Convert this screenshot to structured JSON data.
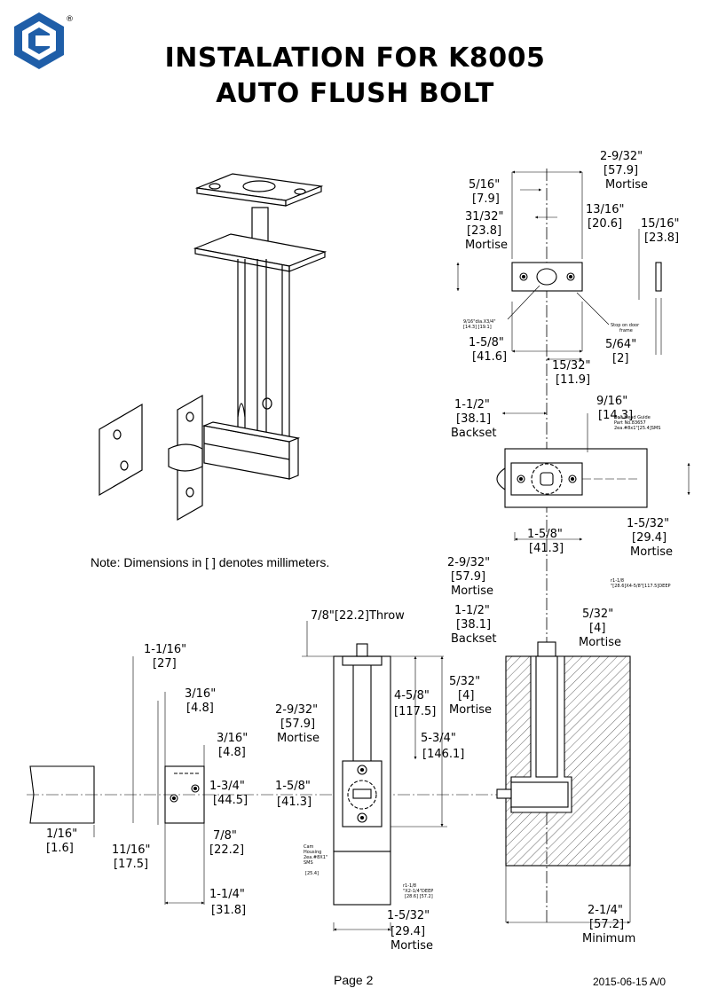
{
  "title_line1": "INSTALATION FOR K8005",
  "title_line2": "AUTO FLUSH BOLT",
  "note": "Note: Dimensions in [ ] denotes millimeters.",
  "page": "Page 2",
  "revision": "2015-06-15 A/0",
  "registered": "®",
  "labels": {
    "d_2_9_32_top": "2-9/32\"",
    "d_57_9_top": "[57.9]",
    "mortise": "Mortise",
    "d_5_16": "5/16\"",
    "d_7_9": "[7.9]",
    "d_13_16": "13/16\"",
    "d_20_6": "[20.6]",
    "d_31_32": "31/32\"",
    "d_23_8a": "[23.8]",
    "d_15_16": "15/16\"",
    "d_23_8b": "[23.8]",
    "small_hole": "9/16\"dia.X3/4\"",
    "small_hole_mm": "[14.3]    [19.1]",
    "stop_door": "Stop on door",
    "stop_frame": "frame",
    "d_1_5_8a": "1-5/8\"",
    "d_41_6": "[41.6]",
    "d_5_64": "5/64\"",
    "d_2": "[2]",
    "d_15_32": "15/32\"",
    "d_11_9": "[11.9]",
    "d_1_1_2a": "1-1/2\"",
    "d_38_1a": "[38.1]",
    "backset": "Backset",
    "d_9_16": "9/16\"",
    "d_14_3": "[14.3]",
    "guide1": "Bolt Head Guide",
    "guide2": "Part No.83657",
    "guide3": "2ea.#8x1\"[25.4]SMS",
    "d_1_5_8b": "1-5/8\"",
    "d_41_3a": "[41.3]",
    "d_1_5_32a": "1-5/32\"",
    "d_29_4a": "[29.4]",
    "d_2_9_32b": "2-9/32\"",
    "d_57_9b": "[57.9]",
    "bore1": "r1-1/8",
    "bore2": "\"[28.6]X4-5/8\"[117.5]DEEP",
    "d_7_8_throw": "7/8\"[22.2]Throw",
    "d_1_1_2b": "1-1/2\"",
    "d_38_1b": "[38.1]",
    "d_5_32a": "5/32\"",
    "d_4a": "[4]",
    "d_1_1_16": "1-1/16\"",
    "d_27": "[27]",
    "d_3_16a": "3/16\"",
    "d_4_8a": "[4.8]",
    "d_3_16b": "3/16\"",
    "d_4_8b": "[4.8]",
    "d_1_3_4": "1-3/4\"",
    "d_44_5": "[44.5]",
    "d_7_8": "7/8\"",
    "d_22_2": "[22.2]",
    "d_1_16": "1/16\"",
    "d_1_6": "[1.6]",
    "d_11_16": "11/16\"",
    "d_17_5": "[17.5]",
    "d_1_1_4": "1-1/4\"",
    "d_31_8": "[31.8]",
    "d_2_9_32c": "2-9/32\"",
    "d_57_9c": "[57.9]",
    "d_4_5_8": "4-5/8\"",
    "d_117_5": "[117.5]",
    "d_5_3_4": "5-3/4\"",
    "d_146_1": "[146.1]",
    "d_1_5_8c": "1-5/8\"",
    "d_41_3b": "[41.3]",
    "d_5_32b": "5/32\"",
    "d_4b": "[4]",
    "cam1": "Cam",
    "cam2": "Housing",
    "cam3": "2ea.#8X1\"",
    "cam4": "SMS",
    "cam5": "[25.4]",
    "bore3": "r1-1/8",
    "bore4": "\"X2-1/4\"DEEP",
    "bore5": "[28.6]      [57.2]",
    "d_1_5_32b": "1-5/32\"",
    "d_29_4b": "[29.4]",
    "d_2_1_4": "2-1/4\"",
    "d_57_2": "[57.2]",
    "minimum": "Minimum"
  },
  "colors": {
    "logo_blue": "#1f5ea8",
    "ink": "#000000"
  }
}
